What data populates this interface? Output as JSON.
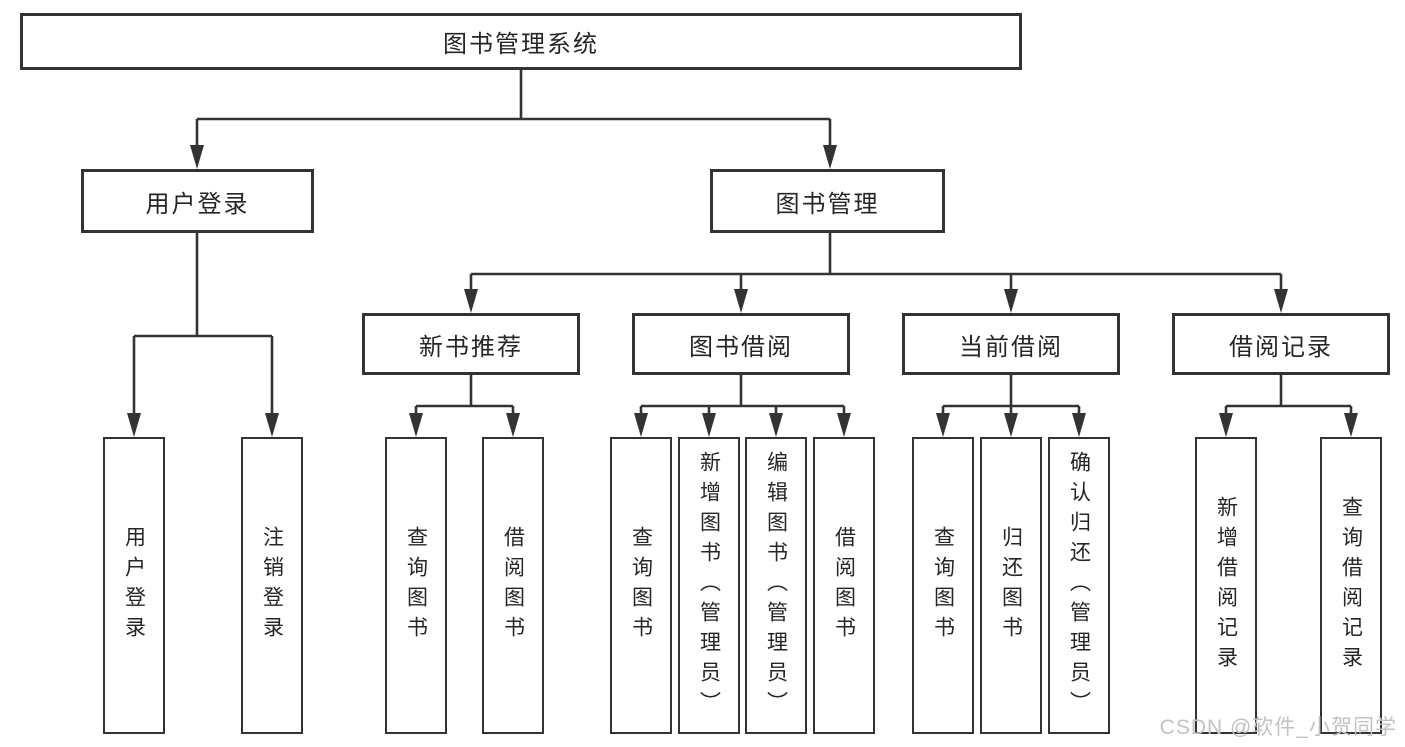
{
  "diagram": {
    "root": {
      "label": "图书管理系统"
    },
    "level2": {
      "user_login": {
        "label": "用户登录"
      },
      "book_mgmt": {
        "label": "图书管理"
      }
    },
    "level3": {
      "new_books": {
        "label": "新书推荐"
      },
      "borrowing": {
        "label": "图书借阅"
      },
      "current": {
        "label": "当前借阅"
      },
      "records": {
        "label": "借阅记录"
      }
    },
    "leaves": {
      "user_login": [
        "用户登录",
        "注销登录"
      ],
      "new_books": [
        "查询图书",
        "借阅图书"
      ],
      "borrowing": [
        "查询图书",
        "新增图书（管理员）",
        "编辑图书（管理员）",
        "借阅图书"
      ],
      "current": [
        "查询图书",
        "归还图书",
        "确认归还（管理员）"
      ],
      "records": [
        "新增借阅记录",
        "查询借阅记录"
      ]
    }
  },
  "watermark": {
    "text": "CSDN @软件_小贺同学"
  },
  "colors": {
    "line": "#333333",
    "border": "#333333",
    "text": "#262626",
    "watermark": "#c2c2c2",
    "background": "#ffffff"
  }
}
